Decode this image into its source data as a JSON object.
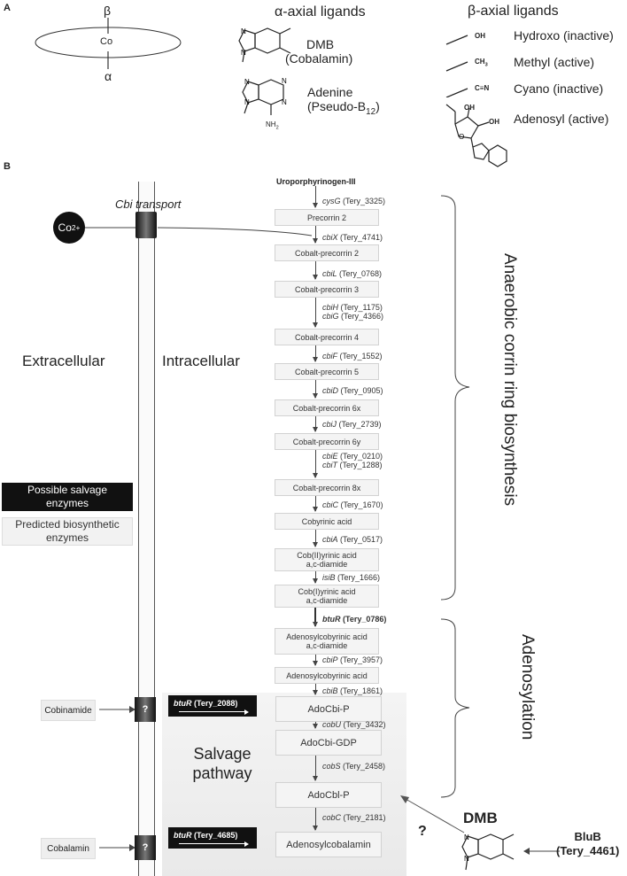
{
  "panel_a": {
    "label": "A",
    "beta_symbol": "β",
    "alpha_symbol": "α",
    "co_label": "Co",
    "alpha_title": "α-axial ligands",
    "beta_title": "β-axial ligands",
    "alpha_ligands": [
      {
        "name": "DMB",
        "sub": "(Cobalamin)"
      },
      {
        "name": "Adenine",
        "sub": "(Pseudo-B",
        "sub_index": "12",
        "sub_end": ")"
      }
    ],
    "beta_ligands": [
      {
        "group": "OH",
        "label": "Hydroxo (inactive)"
      },
      {
        "group": "CH",
        "group_sub": "3",
        "label": "Methyl (active)"
      },
      {
        "group": "C≡N",
        "label": "Cyano (inactive)"
      },
      {
        "label": "Adenosyl (active)"
      }
    ],
    "adenine_nh2": "NH",
    "adenine_nh2_sub": "2",
    "adenosyl_oh_labels": [
      "OH",
      "OH"
    ]
  },
  "panel_b": {
    "label": "B",
    "cbi_transport": "Cbi transport",
    "co_ion": "Co",
    "co_ion_sup": "2+",
    "extracellular": "Extracellular",
    "intracellular": "Intracellular",
    "legend": {
      "salvage": "Possible salvage\nenzymes",
      "biosynthetic": "Predicted biosynthetic\nenzymes"
    },
    "start_compound": "Uroporphyrinogen-III",
    "compounds": [
      "Precorrin 2",
      "Cobalt-precorrin 2",
      "Cobalt-precorrin 3",
      "Cobalt-precorrin 4",
      "Cobalt-precorrin 5",
      "Cobalt-precorrin 6x",
      "Cobalt-precorrin 6y",
      "Cobalt-precorrin 8x",
      "Cobyrinic acid",
      "Cob(II)yrinic acid\na,c-diamide",
      "Cob(I)yrinic acid\na,c-diamide",
      "Adenosylcobyrinic acid\na,c-diamide",
      "Adenosylcobyrinic acid",
      "AdoCbi-P",
      "AdoCbi-GDP",
      "AdoCbl-P",
      "Adenosylcobalamin"
    ],
    "enzymes": [
      {
        "gene": "cysG",
        "locus": " (Tery_3325)"
      },
      {
        "gene": "cbiX",
        "locus": " (Tery_4741)"
      },
      {
        "gene": "cbiL",
        "locus": " (Tery_0768)"
      },
      {
        "gene": "cbiH",
        "locus": " (Tery_1175)",
        "gene2": "cbiG",
        "locus2": " (Tery_4366)"
      },
      {
        "gene": "cbiF",
        "locus": " (Tery_1552)"
      },
      {
        "gene": "cbiD",
        "locus": " (Tery_0905)"
      },
      {
        "gene": "cbiJ",
        "locus": " (Tery_2739)"
      },
      {
        "gene": "cbiE",
        "locus": " (Tery_0210)",
        "gene2": "cbiT",
        "locus2": " (Tery_1288)"
      },
      {
        "gene": "cbiC",
        "locus": " (Tery_1670)"
      },
      {
        "gene": "cbiA",
        "locus": " (Tery_0517)"
      },
      {
        "gene": "isiB",
        "locus": " (Tery_1666)"
      },
      {
        "gene": "btuR",
        "locus": " (Tery_0786)"
      },
      {
        "gene": "cbiP",
        "locus": " (Tery_3957)"
      },
      {
        "gene": "cbiB",
        "locus": " (Tery_1861)"
      },
      {
        "gene": "cobU",
        "locus": " (Tery_3432)"
      },
      {
        "gene": "cobS",
        "locus": " (Tery_2458)"
      },
      {
        "gene": "cobC",
        "locus": " (Tery_2181)"
      }
    ],
    "brace_labels": {
      "anaerobic": "Anaerobic corrin ring biosynthesis",
      "adenosylation": "Adenosylation"
    },
    "salvage_pathway": "Salvage\npathway",
    "cobinamide": "Cobinamide",
    "cobalamin": "Cobalamin",
    "question": "?",
    "salvage_enzyme_1": {
      "gene": "btuR",
      "locus": " (Tery_2088)"
    },
    "salvage_enzyme_2": {
      "gene": "btuR",
      "locus": " (Tery_4685)"
    },
    "dmb": "DMB",
    "blub": "BluB\n(Tery_4461)"
  }
}
